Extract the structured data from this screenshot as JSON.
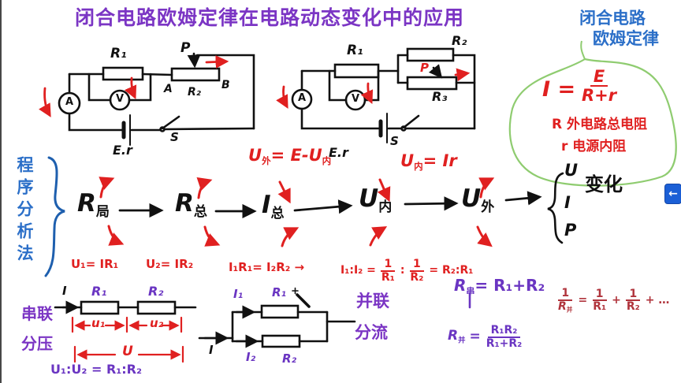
{
  "title": {
    "text": "闭合电路欧姆定律在电路动态变化中的应用"
  },
  "topic_label": {
    "line1": "闭合电路",
    "line2": "欧姆定律"
  },
  "ohm_law": {
    "lhs": "I =",
    "numerator": "E",
    "denominator": "R+r",
    "note_external": "R 外电路总电阻",
    "note_internal": "r 电源内阻"
  },
  "circuit1": {
    "r1": "R₁",
    "p": "P",
    "node_a": "A",
    "r2": "R₂",
    "node_b": "B",
    "ammeter": "A",
    "voltmeter": "V",
    "battery": "E.r",
    "switch": "S"
  },
  "circuit2": {
    "r1": "R₁",
    "r2": "R₂",
    "p": "P",
    "r3": "R₃",
    "ammeter": "A",
    "voltmeter": "V",
    "battery": "E.r",
    "switch": "S"
  },
  "relations": {
    "u_out_main": "U",
    "u_out_sub": "外",
    "u_out_rest": "= E-U",
    "u_out_sub2": "内",
    "u_in_main": "U",
    "u_in_sub": "内",
    "u_in_rest": "= Ir"
  },
  "method": {
    "label": "程序分析法"
  },
  "flow": {
    "items": [
      {
        "main": "R",
        "sub": "局"
      },
      {
        "main": "R",
        "sub": "总"
      },
      {
        "main": "I",
        "sub": "总"
      },
      {
        "main": "U",
        "sub": "内"
      },
      {
        "main": "U",
        "sub": "外"
      }
    ],
    "result": {
      "q1": "U",
      "q2": "I",
      "q3": "P",
      "label": "变化"
    }
  },
  "series": {
    "name1": "串联",
    "name2": "分压",
    "f1": "U₁= IR₁",
    "f2": "U₂= IR₂",
    "f3": "I₁R₁= I₂R₂ →",
    "ratio": {
      "lhs": "I₁:I₂ =",
      "f1n": "1",
      "f1d": "R₁",
      "colon": ":",
      "f2n": "1",
      "f2d": "R₂",
      "rhs": "= R₂:R₁"
    },
    "i": "I",
    "r1": "R₁",
    "r2": "R₂",
    "u1": "u₁",
    "u2": "u₂",
    "u": "U",
    "conclusion": "U₁:U₂ = R₁:R₂"
  },
  "parallel": {
    "name1": "并联",
    "name2": "分流",
    "i": "I",
    "i1": "I₁",
    "r1": "R₁",
    "i2": "I₂",
    "r2": "R₂"
  },
  "resistance": {
    "series": {
      "m": "R",
      "s": "串",
      "rest": "= R₁+R₂"
    },
    "parallel_inv": {
      "f0n": "1",
      "f0dm": "R",
      "f0ds": "并",
      "eq": "=",
      "f1n": "1",
      "f1d": "R₁",
      "plus": "+",
      "f2n": "1",
      "f2d": "R₂",
      "tail": "+ …"
    },
    "parallel": {
      "m": "R",
      "s": "并",
      "eq": "=",
      "num": "R₁R₂",
      "den": "R₁+R₂"
    }
  },
  "nav": {
    "back_icon": "←"
  },
  "colors": {
    "purple": "#7b35c4",
    "red": "#e02020",
    "blue": "#2b6fc8",
    "green": "#8fcc70",
    "violet": "#6a35c2",
    "nav_blue": "#1b5fd6"
  }
}
